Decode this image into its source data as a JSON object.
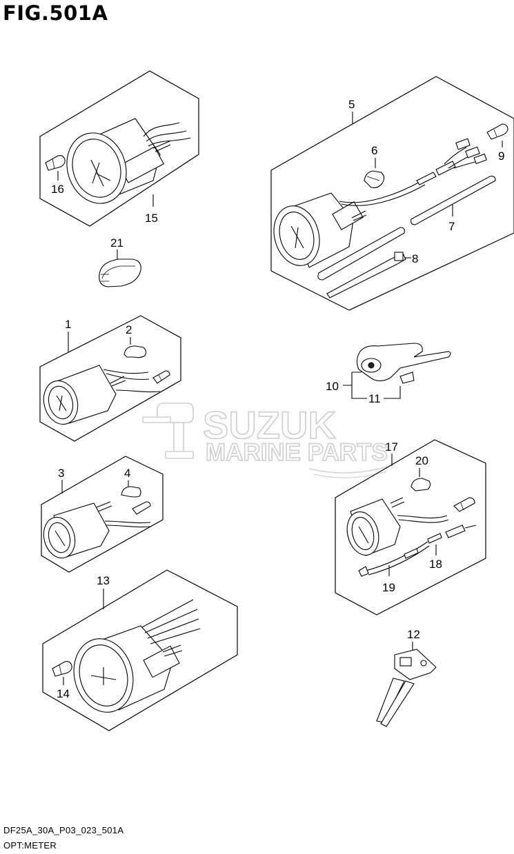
{
  "figure": {
    "title": "FIG.501A",
    "code": "DF25A_30A_P03_023_501A",
    "subtitle": "OPT:METER"
  },
  "watermark": {
    "line1": "SUZUK",
    "line2": "MARINE PARTS"
  },
  "callouts": {
    "c1": "1",
    "c2": "2",
    "c3": "3",
    "c4": "4",
    "c5": "5",
    "c6": "6",
    "c7": "7",
    "c8": "8",
    "c9": "9",
    "c10": "10",
    "c11": "11",
    "c12": "12",
    "c13": "13",
    "c14": "14",
    "c15": "15",
    "c16": "16",
    "c17": "17",
    "c18": "18",
    "c19": "19",
    "c20": "20",
    "c21": "21"
  }
}
